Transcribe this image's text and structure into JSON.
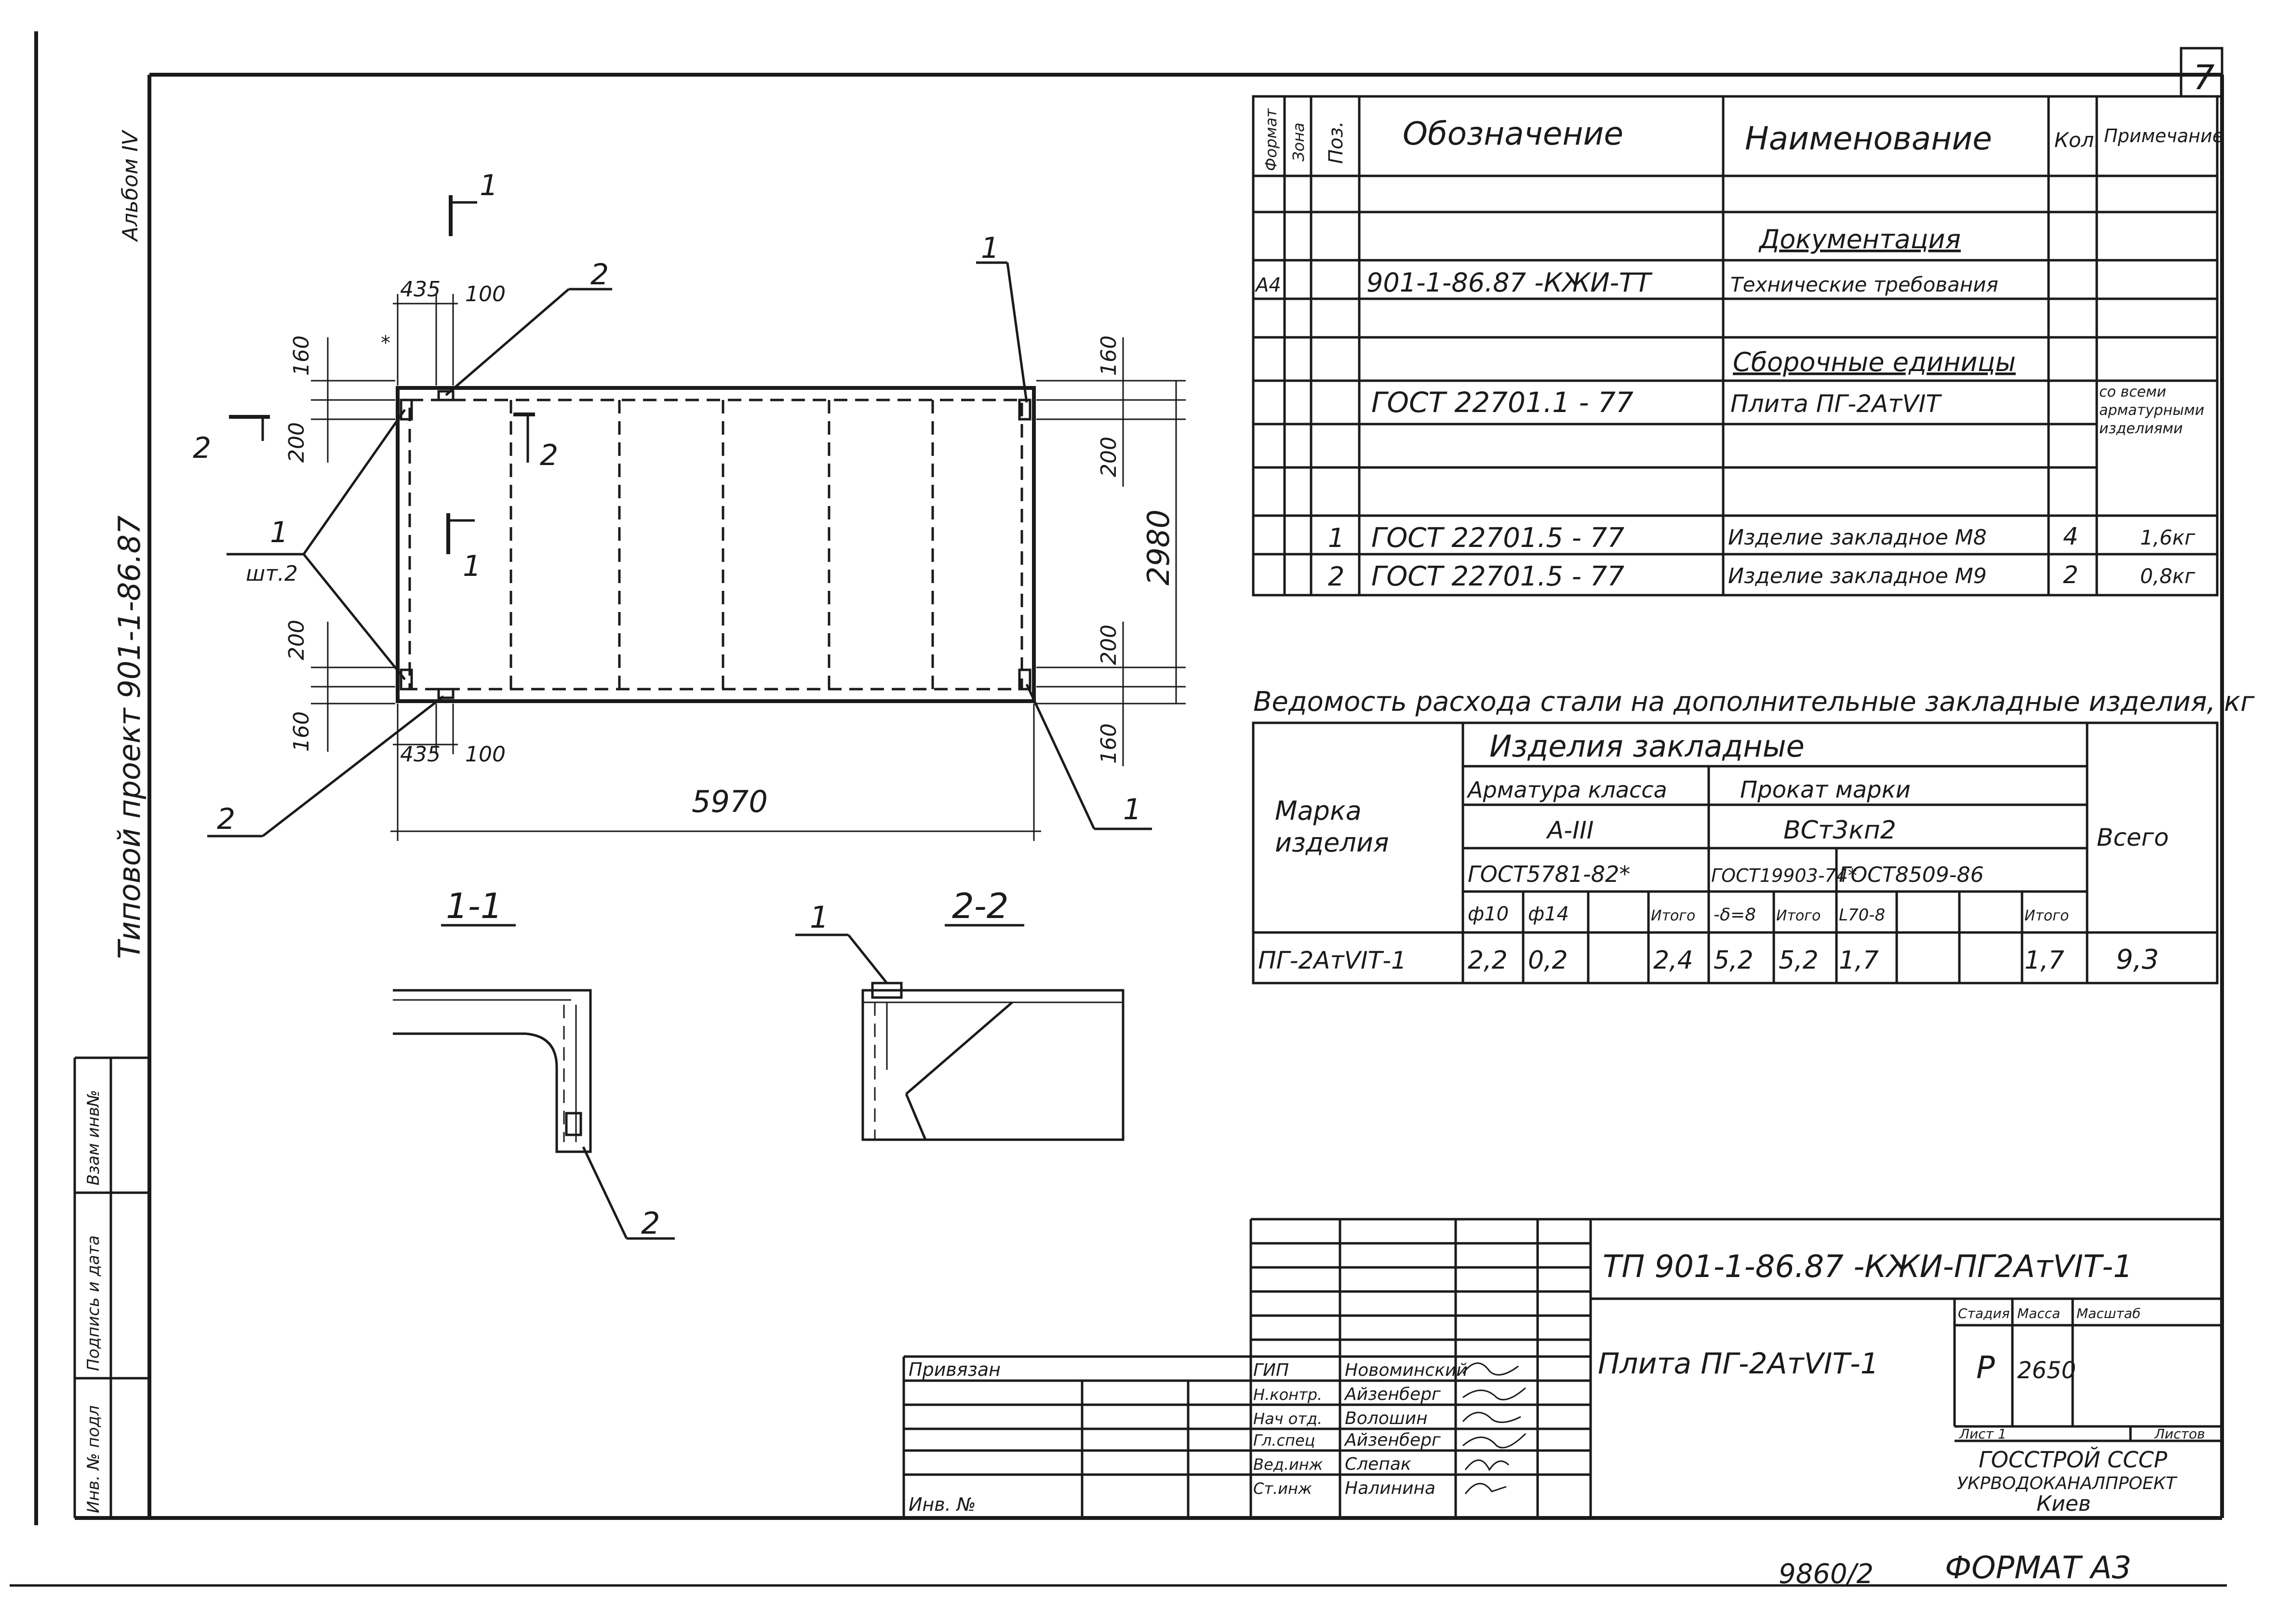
{
  "sheet": {
    "page_number": "7",
    "format": "ФОРМАТ А3",
    "doc_number": "9860/2"
  },
  "side_labels": {
    "album": "Альбом IV",
    "project": "Типовой проект 901-1-86.87",
    "vzam": "Взам инв№",
    "signature_date": "Подпись и дата",
    "inv_podl": "Инв. № подл"
  },
  "plan": {
    "section_1_top": "1",
    "section_1_mid": "1",
    "section_2_left": "2",
    "section_2_right": "2",
    "callout_2_top": "2",
    "callout_2_bottom": "2",
    "callout_1_top_right": "1",
    "callout_1_bottom_right": "1",
    "callout_1_left": "1",
    "callout_sht": "шт.2",
    "dim_435_top": "435",
    "dim_100_top": "100",
    "dim_435_bot": "435",
    "dim_100_bot": "100",
    "dim_160_tl": "160",
    "dim_200_tl": "200",
    "dim_200_bl": "200",
    "dim_160_bl": "160",
    "dim_160_tr": "160",
    "dim_200_tr": "200",
    "dim_200_br": "200",
    "dim_160_br": "160",
    "dim_total_height": "2980",
    "dim_total_length": "5970",
    "asterisk": "*"
  },
  "sections": {
    "s11_title": "1-1",
    "s22_title": "2-2",
    "s11_callout": "2",
    "s22_callout": "1"
  },
  "spec_table": {
    "headers": [
      "Формат",
      "Зона",
      "Поз.",
      "Обозначение",
      "Наименование",
      "Кол.",
      "Примечание"
    ],
    "section_docs": "Документация",
    "section_units": "Сборочные единицы",
    "rows": [
      {
        "format": "А4",
        "zone": "",
        "pos": "",
        "designation": "901-1-86.87 -КЖИ-ТТ",
        "name": "Технические требования",
        "qty": "",
        "note": ""
      },
      {
        "format": "",
        "zone": "",
        "pos": "",
        "designation": "ГОСТ 22701.1 - 77",
        "name": "Плита ПГ-2АтVIТ",
        "qty": "",
        "note": "со всеми арматурными изделиями"
      },
      {
        "format": "",
        "zone": "",
        "pos": "1",
        "designation": "ГОСТ 22701.5 - 77",
        "name": "Изделие закладное М8",
        "qty": "4",
        "note": "1,6кг"
      },
      {
        "format": "",
        "zone": "",
        "pos": "2",
        "designation": "ГОСТ 22701.5 - 77",
        "name": "Изделие закладное М9",
        "qty": "2",
        "note": "0,8кг"
      }
    ]
  },
  "steel_table": {
    "title": "Ведомость расхода стали на дополнительные закладные изделия, кг",
    "h_mark": "Марка изделия",
    "h_items": "Изделия закладные",
    "h_rebar": "Арматура класса",
    "h_rebar_class": "А-III",
    "h_rebar_gost": "ГОСТ5781-82*",
    "h_rolled": "Прокат марки",
    "h_rolled_grade": "ВСт3кп2",
    "h_rolled_gost1": "ГОСТ19903-74*",
    "h_rolled_gost2": "ГОСТ8509-86",
    "h_total": "Всего",
    "sub": [
      "ф10",
      "ф14",
      "",
      "Итого",
      "-δ=8",
      "",
      "Итого",
      "L70-8",
      "",
      "Итого"
    ],
    "row": {
      "mark": "ПГ-2АтVIТ-1",
      "cells": [
        "2,2",
        "0,2",
        "",
        "2,4",
        "5,2",
        "",
        "5,2",
        "1,7",
        "",
        "1,7"
      ],
      "total": "9,3"
    }
  },
  "title_block": {
    "code": "ТП 901-1-86.87  -КЖИ-ПГ2АтVIТ-1",
    "name": "Плита ПГ-2АтVIТ-1",
    "stage_label": "Стадия",
    "mass_label": "Масса",
    "scale_label": "Масштаб",
    "stage": "Р",
    "mass": "2650",
    "sheet_label": "Лист 1",
    "sheets_label": "Листов",
    "org1": "ГОССТРОЙ СССР",
    "org2": "УКРВОДОКАНАЛПРОЕКТ",
    "org3": "Киев",
    "privyazan": "Привязан",
    "inv_no": "Инв. №",
    "roles": [
      {
        "role": "ГИП",
        "name": "Новоминский"
      },
      {
        "role": "Н.контр.",
        "name": "Айзенберг"
      },
      {
        "role": "Нач отд.",
        "name": "Волошин"
      },
      {
        "role": "Гл.спец",
        "name": "Айзенберг"
      },
      {
        "role": "Вед.инж",
        "name": "Слепак"
      },
      {
        "role": "Ст.инж",
        "name": "Налинина"
      }
    ]
  }
}
